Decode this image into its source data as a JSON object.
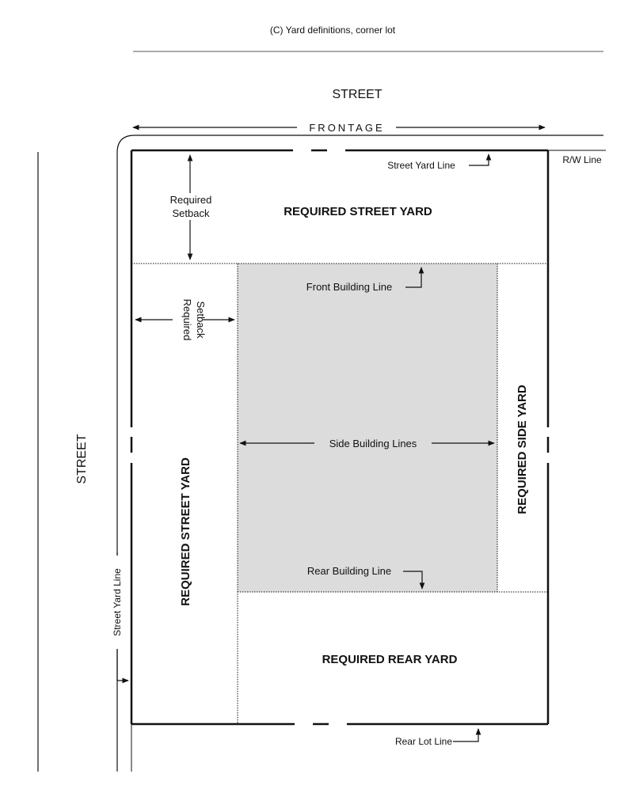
{
  "title": "(C) Yard definitions, corner lot",
  "labels": {
    "street_top": "STREET",
    "street_left": "STREET",
    "frontage": "FRONTAGE",
    "rw_line": "R/W Line",
    "street_yard_line_top": "Street Yard Line",
    "street_yard_line_left": "Street Yard Line",
    "required_setback_top": [
      "Required",
      "Setback"
    ],
    "required_setback_left": [
      "Required",
      "Setback"
    ],
    "required_street_yard_top": "REQUIRED STREET YARD",
    "required_street_yard_side": "REQUIRED STREET YARD",
    "required_side_yard": "REQUIRED SIDE YARD",
    "required_rear_yard": "REQUIRED REAR YARD",
    "front_building_line": "Front Building Line",
    "side_building_lines": "Side Building Lines",
    "rear_building_line": "Rear Building Line",
    "rear_lot_line": "Rear Lot Line"
  },
  "colors": {
    "buildable_fill": "#dcdcdc",
    "line": "#111111"
  }
}
